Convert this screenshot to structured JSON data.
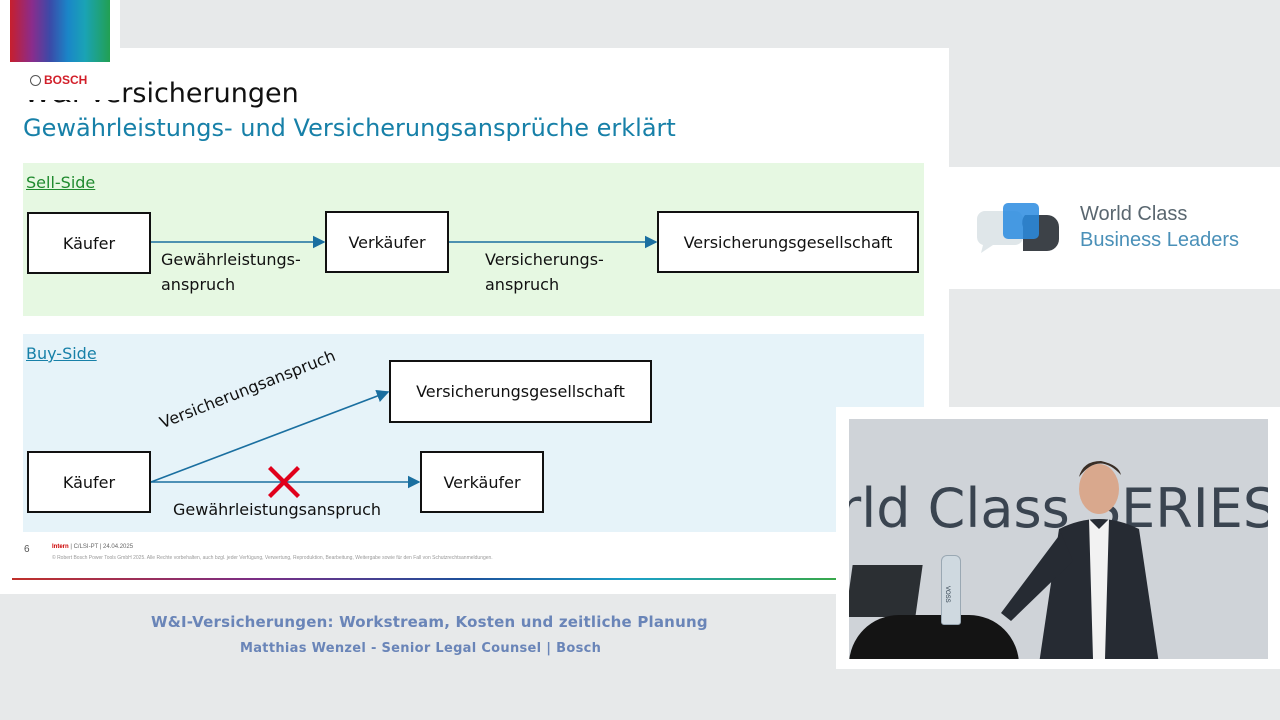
{
  "slide": {
    "title": "W&I Versicherungen",
    "subtitle": "Gewährleistungs- und Versicherungsansprüche erklärt",
    "sell_side": {
      "label": "Sell-Side",
      "nodes": {
        "buyer": "Käufer",
        "seller": "Verkäufer",
        "insurer": "Versicherungsgesellschaft"
      },
      "edge_warranty": [
        "Gewährleistungs-",
        "anspruch"
      ],
      "edge_insurance": [
        "Versicherungs-",
        "anspruch"
      ]
    },
    "buy_side": {
      "label": "Buy-Side",
      "nodes": {
        "insurer": "Versicherungsgesellschaft",
        "buyer": "Käufer",
        "seller": "Verkäufer"
      },
      "edge_insurance": "Versicherungsanspruch",
      "edge_warranty": "Gewährleistungsanspruch"
    },
    "footer": {
      "page_number": "6",
      "classification": "Intern",
      "meta": " | C/LSI-PT | 24.04.2025",
      "copyright": "© Robert Bosch Power Tools GmbH 2025. Alle Rechte vorbehalten, auch bzgl. jeder Verfügung, Verwertung, Reproduktion, Bearbeitung, Weitergabe sowie für den Fall von Schutzrechtsanmeldungen."
    }
  },
  "bosch_logo": {
    "wordmark": "BOSCH"
  },
  "world_class": {
    "line1": "World Class",
    "line2": "Business Leaders"
  },
  "video": {
    "backdrop_text": "rld Class SERIES",
    "bottle_label": "VOSS"
  },
  "caption": {
    "title": "W&I-Versicherungen: Workstream, Kosten und zeitliche Planung",
    "speaker": "Matthias Wenzel - Senior Legal Counsel | Bosch"
  },
  "colors": {
    "accent_blue": "#1780a8",
    "sell_green": "#1f8a2e",
    "arrow": "#1a6fa0",
    "cross_red": "#e0001b",
    "caption": "#6a85b8"
  }
}
